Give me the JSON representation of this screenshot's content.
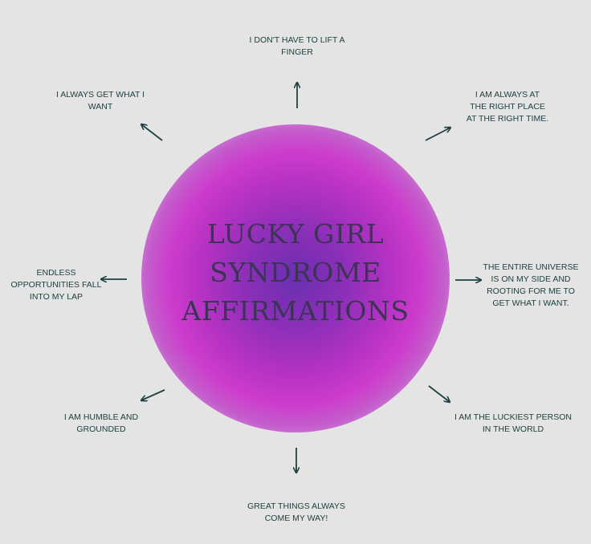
{
  "title": {
    "line1": "LUCKY GIRL",
    "line2": "SYNDROME",
    "line3": "AFFIRMATIONS"
  },
  "affirmations": [
    {
      "position": "top",
      "lines": [
        "I DON'T HAVE TO LIFT A",
        "FINGER"
      ]
    },
    {
      "position": "top-right",
      "lines": [
        "I AM ALWAYS AT",
        "THE RIGHT PLACE",
        "AT THE RIGHT TIME."
      ]
    },
    {
      "position": "right",
      "lines": [
        "THE ENTIRE UNIVERSE",
        "IS ON MY SIDE AND",
        "ROOTING FOR ME TO",
        "GET WHAT I WANT."
      ]
    },
    {
      "position": "bottom-right",
      "lines": [
        "I AM THE LUCKIEST PERSON",
        "IN THE WORLD"
      ]
    },
    {
      "position": "bottom",
      "lines": [
        "GREAT THINGS ALWAYS",
        "COME MY WAY!"
      ]
    },
    {
      "position": "bottom-left",
      "lines": [
        "I AM HUMBLE AND",
        "GROUNDED"
      ]
    },
    {
      "position": "left",
      "lines": [
        "ENDLESS",
        "OPPORTUNITIES FALL",
        "INTO MY LAP"
      ]
    },
    {
      "position": "top-left",
      "lines": [
        "I ALWAYS GET WHAT I",
        "WANT"
      ]
    }
  ],
  "colors": {
    "background": "#e4e4e4",
    "text": "#1e4040",
    "title": "#3d3355",
    "arrow": "#1e4040",
    "orb_center": "#6a2fb0",
    "orb_edge": "#cc3ccc"
  }
}
